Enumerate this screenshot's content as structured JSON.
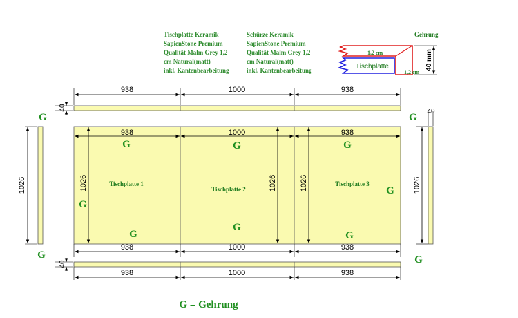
{
  "notes": {
    "tischplatte": [
      "Tischplatte Keramik",
      "SapienStone Premium",
      "Qualität Malm Grey 1,2",
      "cm Natural(matt)",
      "inkl. Kantenbearbeitung"
    ],
    "schuerze": [
      "Schürze Keramik",
      "SapienStone Premium",
      "Qualität Malm Grey 1,2",
      "cm Natural(matt)",
      "inkl. Kantenbearbeitung"
    ]
  },
  "gehrung_detail": {
    "title": "Gehrung",
    "thickness_label_top": "1,2 cm",
    "thickness_label_bottom": "1,2 cm",
    "height_label": "40 mm",
    "panel_label": "Tischplatte"
  },
  "widths": [
    "938",
    "1000",
    "938"
  ],
  "strip_height": "40",
  "depth": "1026",
  "panels": [
    "Tischplatte 1",
    "Tischplatte 2",
    "Tischplatte 3"
  ],
  "g_mark": "G",
  "legend": "G = Gehrung",
  "colors": {
    "panel_fill": "#fafab0",
    "note_text": "#2e8b2e",
    "g_mark": "#1f8f1f",
    "detail_red": "#e02020",
    "detail_blue": "#2020e0"
  }
}
